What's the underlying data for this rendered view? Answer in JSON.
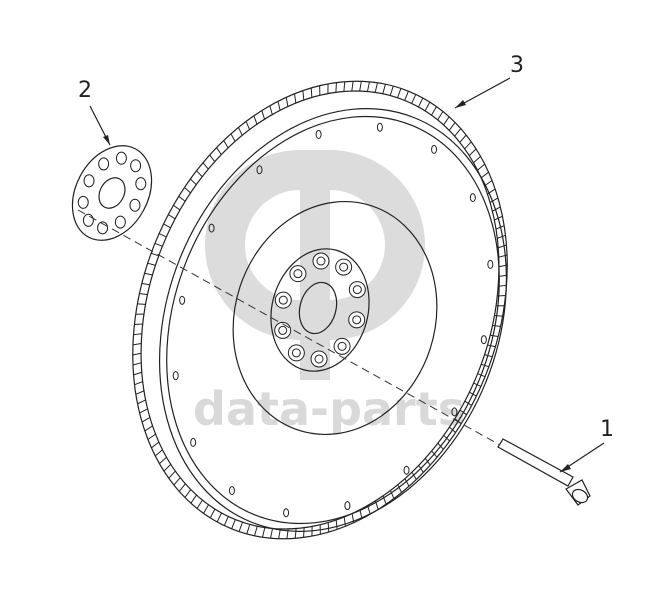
{
  "colors": {
    "line": "#222222",
    "watermark": "#d9d9d9",
    "background": "#ffffff"
  },
  "callouts": [
    {
      "number": "1",
      "part": "bolt"
    },
    {
      "number": "2",
      "part": "washer-plate"
    },
    {
      "number": "3",
      "part": "flywheel"
    }
  ],
  "watermark": {
    "text": "data-parts",
    "logo": "dp-logo-icon"
  }
}
